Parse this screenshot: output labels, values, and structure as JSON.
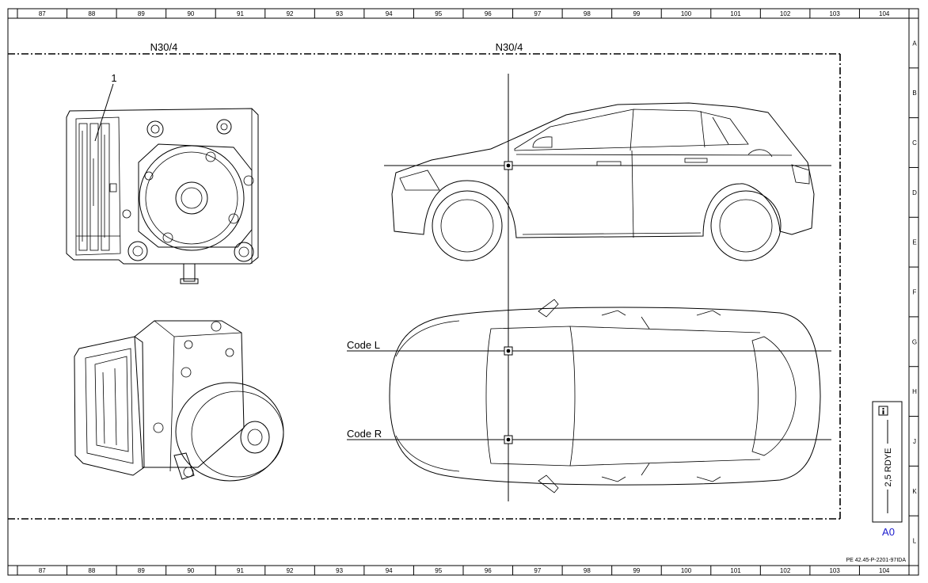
{
  "grid": {
    "columns": [
      "87",
      "88",
      "89",
      "90",
      "91",
      "92",
      "93",
      "94",
      "95",
      "96",
      "97",
      "98",
      "99",
      "100",
      "101",
      "102",
      "103",
      "104"
    ],
    "rows": [
      "A",
      "B",
      "C",
      "D",
      "E",
      "F",
      "G",
      "H",
      "J",
      "K",
      "L"
    ]
  },
  "labels": {
    "component_left": "N30/4",
    "component_right": "N30/4",
    "callout_1": "1",
    "code_l": "Code L",
    "code_r": "Code R"
  },
  "info_box": {
    "icon": "info-icon",
    "text": "2,5 RDYE",
    "sheet_size": "A0"
  },
  "reference": "PE 42.45-P-2201-97IDA"
}
